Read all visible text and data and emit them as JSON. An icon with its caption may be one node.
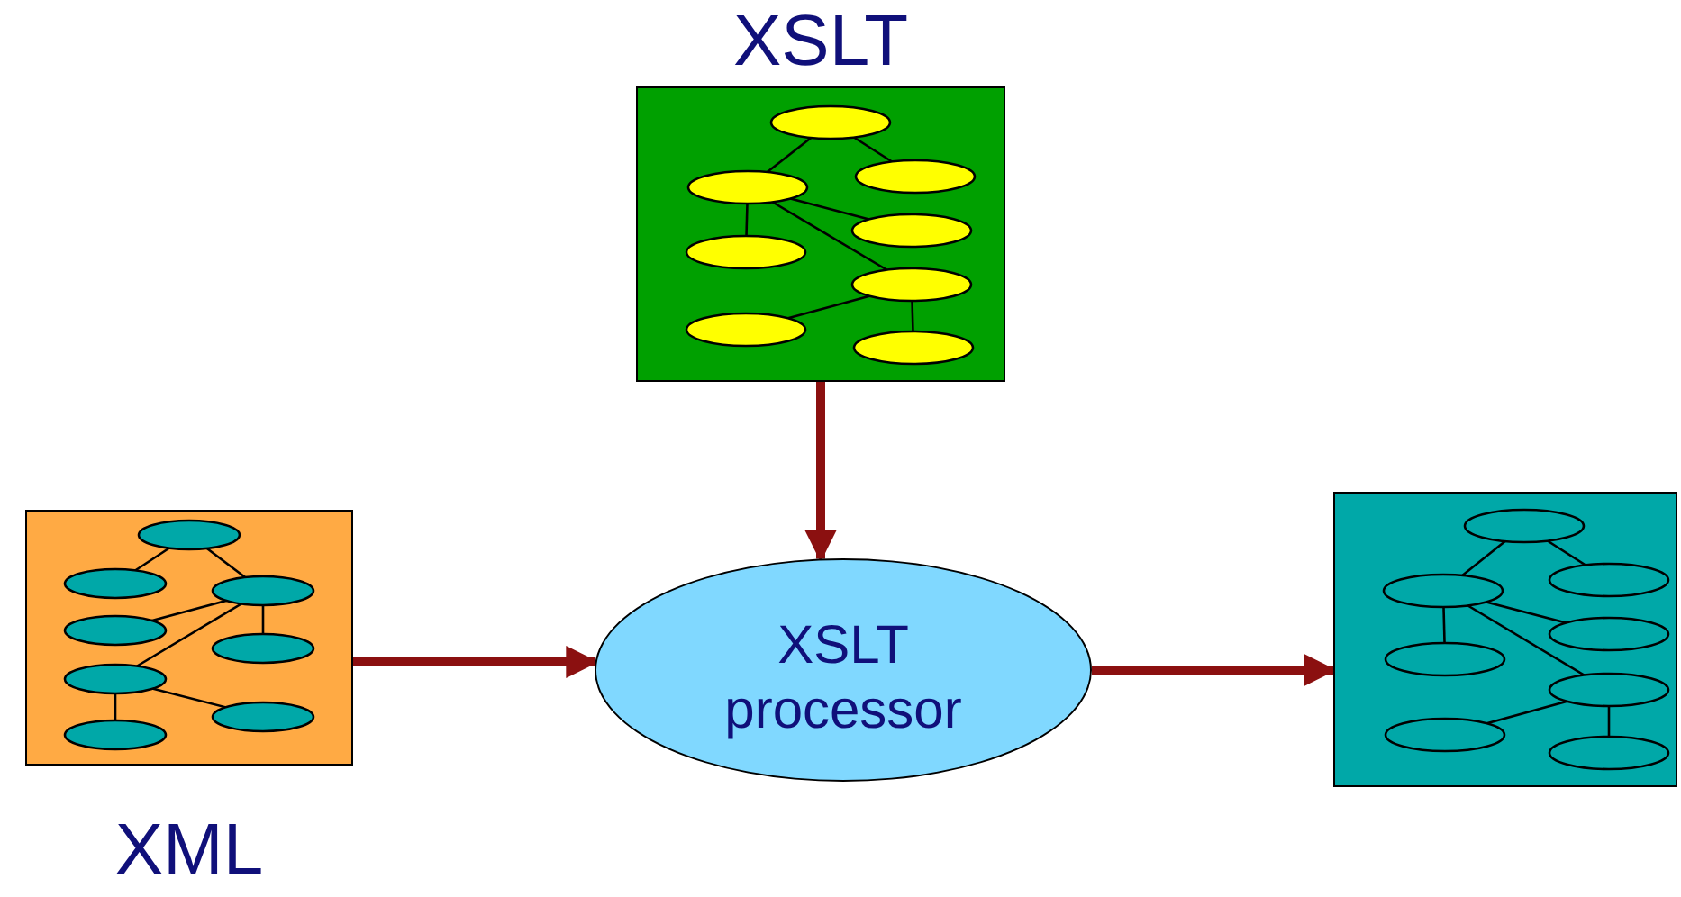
{
  "diagram": {
    "nodes": [
      {
        "text": [
          "XSLT"
        ]
      },
      {
        "text": [
          "XML"
        ]
      },
      {
        "text": [
          "XSLT processor"
        ]
      },
      {
        "text": [],
        "shape": "box"
      }
    ],
    "edges": [
      {
        "from": 0,
        "to": 2,
        "arrow": "to"
      },
      {
        "from": 1,
        "to": 2,
        "arrow": "to"
      },
      {
        "from": 2,
        "to": 3,
        "arrow": "to"
      }
    ]
  }
}
